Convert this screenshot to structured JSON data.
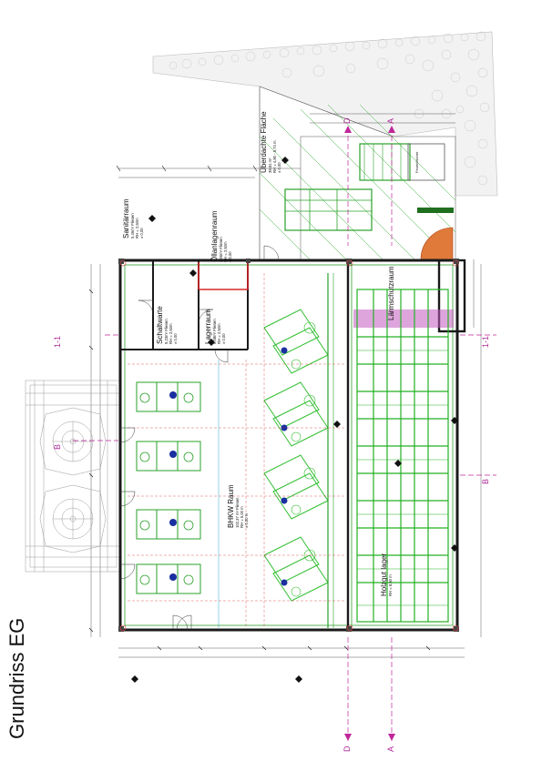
{
  "title": "Grundriss EG",
  "rooms": {
    "sanitaer": {
      "name": "Sanitärraum",
      "lines": [
        "5,46m² Fliesen",
        "RH = 2,50m",
        "± 0,00"
      ]
    },
    "oel": {
      "name": "Öllanlagenraum",
      "lines": [
        "3,56m² Fliesen",
        "RH = 2,50m",
        "± 0,00"
      ]
    },
    "schalt": {
      "name": "Schaltwarte",
      "lines": [
        "9,23m² Fliesen",
        "RH = 2,50m",
        "± 0,00"
      ]
    },
    "lager": {
      "name": "Lagerraum",
      "lines": [
        "6,58m² Fliesen",
        "RH = 2,50m",
        "± 0,00"
      ]
    },
    "bhkw": {
      "name": "BHKW Raum",
      "lines": [
        "102,37 m² Fliesen",
        "RH = 5,00 m",
        "± 0,00 m"
      ]
    },
    "holz": {
      "name": "Holzgut lager",
      "lines": [
        "RH = 8,50 m"
      ]
    },
    "ueberdacht": {
      "name": "Überdachte Fläche",
      "lines": [
        "39,81 m²",
        "RH = 4,80 - 5,74 m",
        "± 0,00"
      ]
    },
    "laerm": {
      "name": "Lärmschutzraum",
      "lines": []
    }
  },
  "section_marks": [
    "1-1",
    "1-1",
    "B",
    "B",
    "A",
    "A",
    "D",
    "D"
  ],
  "sign": {
    "feuerlescher": "Feuerlöscher"
  },
  "colors": {
    "wall": "#1a1a1a",
    "green": "#1f9d1f",
    "magenta": "#c0269a",
    "red": "#e23b3b",
    "blue": "#1a2fa0",
    "cyan": "#2aa6c8"
  }
}
